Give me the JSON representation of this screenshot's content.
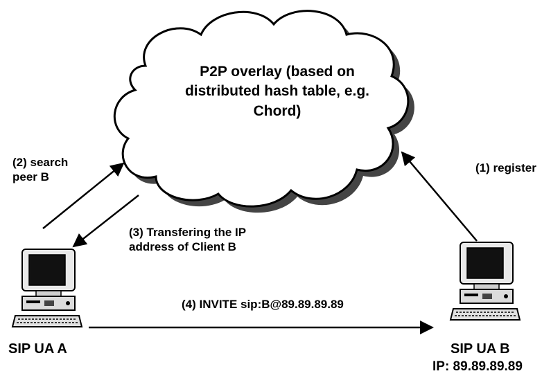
{
  "overlay": {
    "text": "P2P overlay (based on\ndistributed hash table, e.g.\nChord)"
  },
  "steps": {
    "register": "(1) register",
    "search": "(2) search\npeer B",
    "transfer": "(3) Transfering the IP\naddress of Client B",
    "invite": "(4) INVITE sip:B@89.89.89.89"
  },
  "nodes": {
    "a": {
      "name": "SIP UA A"
    },
    "b": {
      "name": "SIP UA B",
      "ip": "IP: 89.89.89.89"
    }
  },
  "icons": [
    "cloud-icon",
    "computer-icon",
    "arrow-icon"
  ],
  "colors": {
    "ink": "#000000",
    "cloud_fill": "#ffffff",
    "cloud_shadow": "#444444",
    "monitor_screen": "#111111"
  }
}
